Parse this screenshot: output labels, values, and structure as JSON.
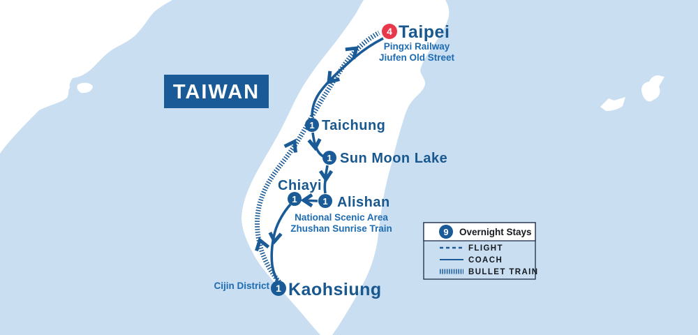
{
  "region_label": "TAIWAN",
  "stops": {
    "taipei": {
      "name": "Taipei",
      "nights": "4",
      "note1": "Pingxi Railway",
      "note2": "Jiufen Old Street"
    },
    "taichung": {
      "name": "Taichung",
      "nights": "1"
    },
    "sun_moon_lake": {
      "name": "Sun Moon Lake",
      "nights": "1"
    },
    "chiayi": {
      "name": "Chiayi",
      "nights": "1"
    },
    "alishan": {
      "name": "Alishan",
      "nights": "1",
      "note1": "National Scenic Area",
      "note2": "Zhushan Sunrise Train"
    },
    "kaohsiung": {
      "name": "Kaohsiung",
      "nights": "1",
      "note1": "Cijin District"
    }
  },
  "legend": {
    "total_nights": "9",
    "title": "Overnight Stays",
    "flight_label": "FLIGHT",
    "coach_label": "COACH",
    "bullet_train_label": "BULLET TRAIN"
  },
  "colors": {
    "sea": "#c9def1",
    "land": "#ffffff",
    "navy": "#1a5a96",
    "note_blue": "#1d6bb1",
    "taipei_red": "#e8384c",
    "legend_text": "#14191f",
    "legend_border": "#1c2c45"
  }
}
